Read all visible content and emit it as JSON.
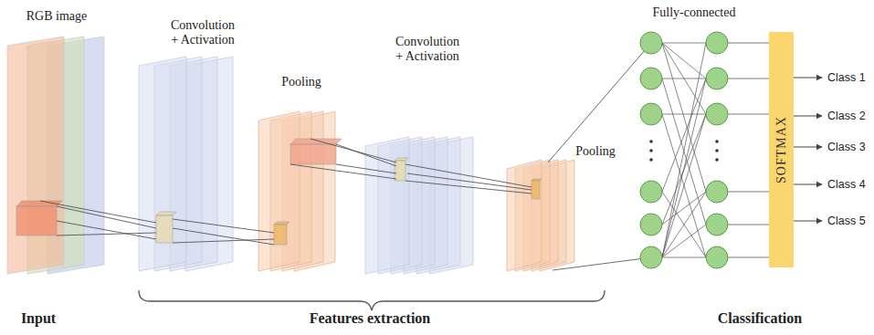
{
  "diagram": {
    "nodes": [
      {
        "text": [
          "SOFTMAX"
        ]
      }
    ],
    "labels": [
      "RGB image",
      "Convolution + Activation",
      "Pooling",
      "Convolution + Activation",
      "Pooling",
      "Fully-connected",
      "Class 1",
      "Class 2",
      "Class 3",
      "Class 4",
      "Class 5",
      "Input",
      "Features extraction",
      "Classification"
    ]
  }
}
